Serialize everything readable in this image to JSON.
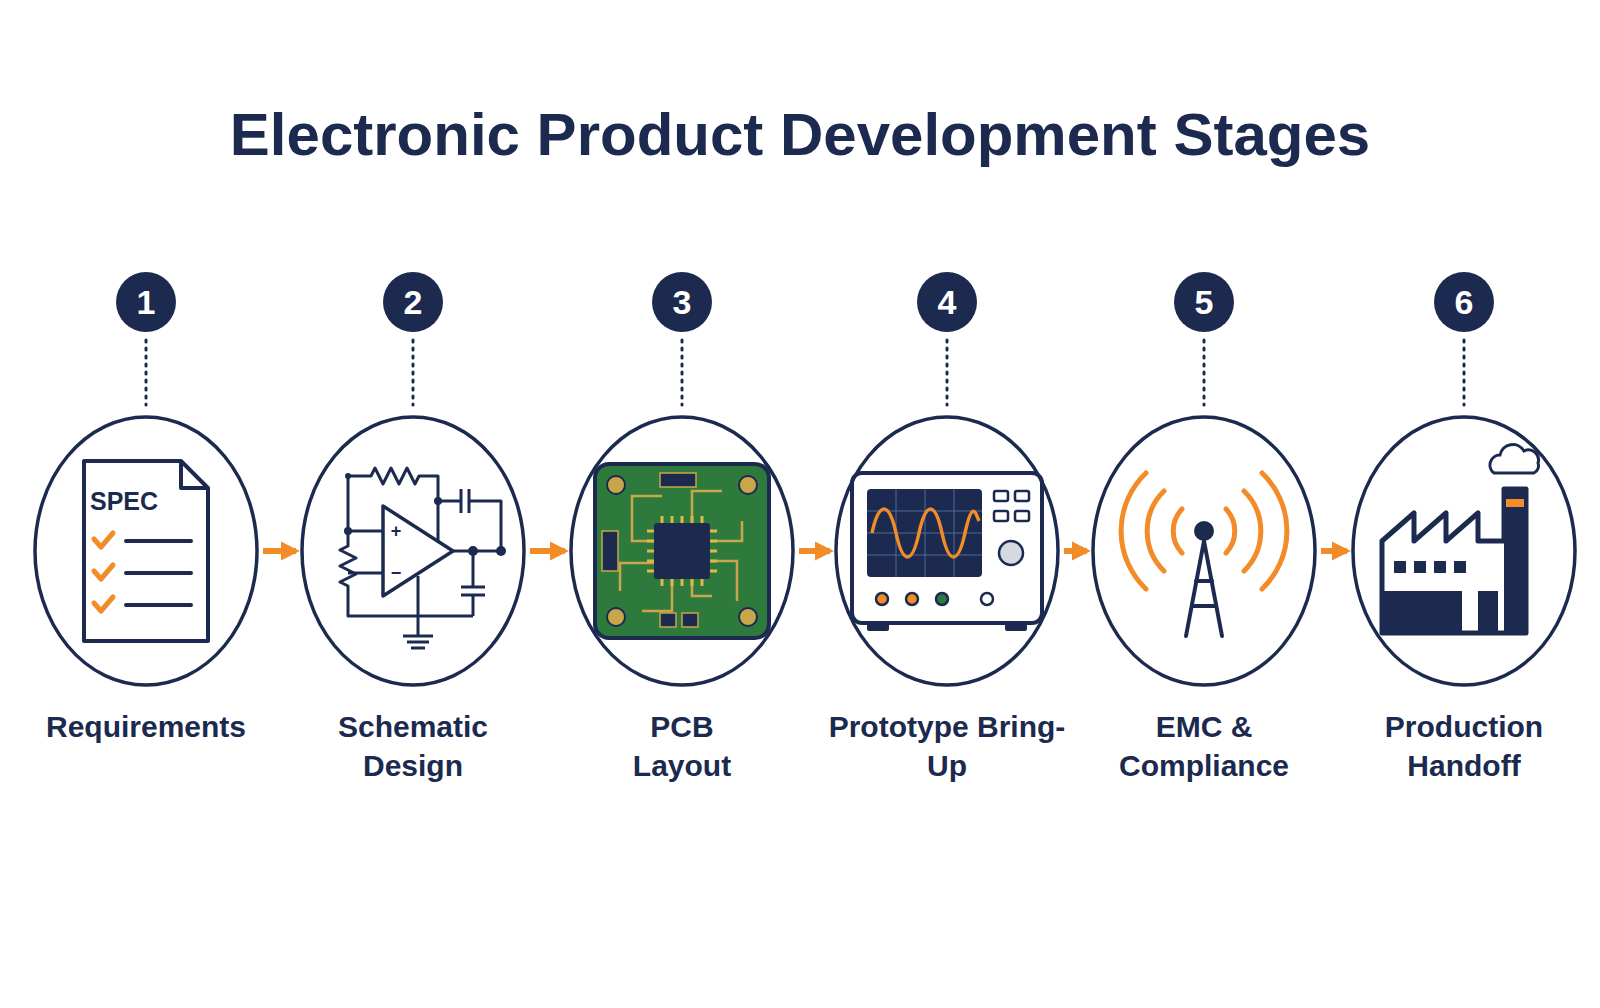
{
  "diagram": {
    "title": "Electronic Product Development Stages",
    "nodes": [
      {
        "text": [
          "Requirements"
        ]
      },
      {
        "text": [
          "Schematic Design"
        ]
      },
      {
        "text": [
          "PCB Layout"
        ]
      },
      {
        "text": [
          "Prototype Bring-Up"
        ]
      },
      {
        "text": [
          "EMC & Compliance"
        ]
      },
      {
        "text": [
          "Production Handoff"
        ]
      }
    ],
    "edges": [
      {
        "from": 0,
        "to": 1,
        "arrow": "to"
      },
      {
        "from": 1,
        "to": 2,
        "arrow": "to"
      },
      {
        "from": 2,
        "to": 3,
        "arrow": "to"
      },
      {
        "from": 3,
        "to": 4,
        "arrow": "to"
      },
      {
        "from": 4,
        "to": 5,
        "arrow": "to"
      }
    ],
    "labels": [
      "1",
      "2",
      "3",
      "4",
      "5",
      "6",
      "SPEC",
      "+",
      "−"
    ]
  }
}
